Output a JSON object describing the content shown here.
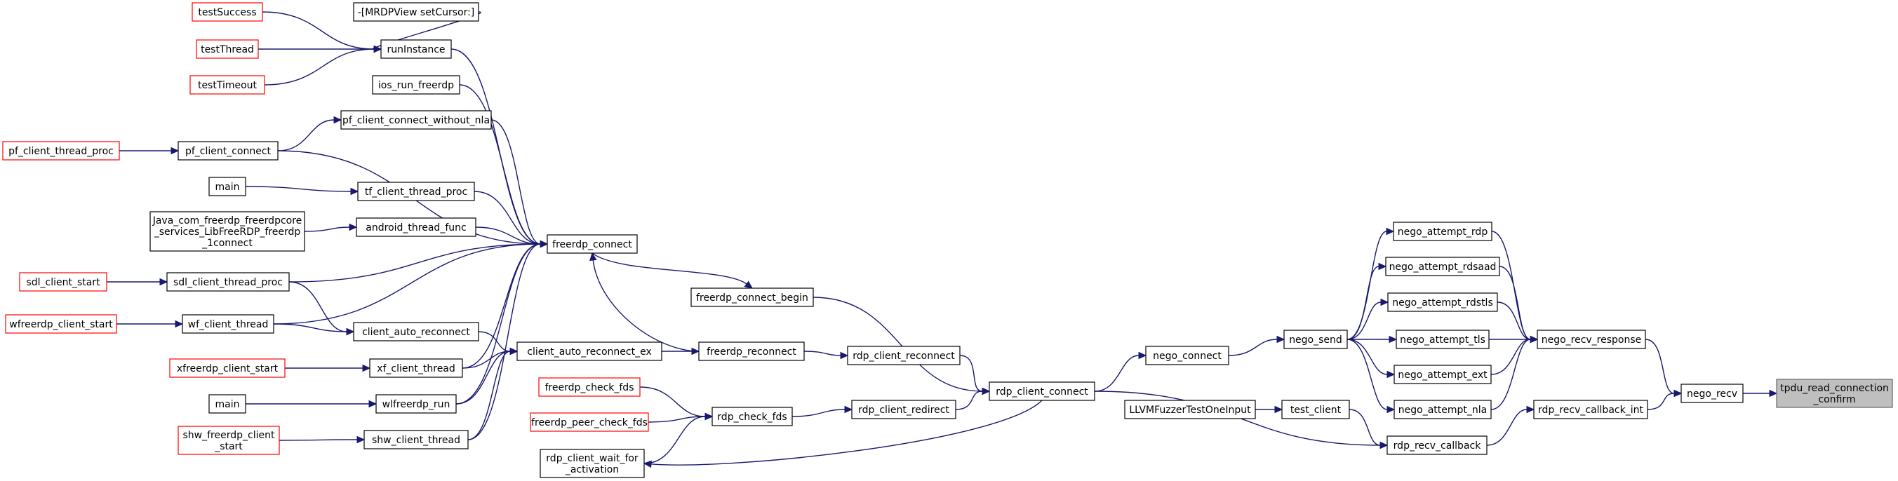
{
  "colors": {
    "edge": "#191970",
    "node_border": "#000000",
    "node_border_truncated": "#ff0000",
    "target_fill": "#bfbfbf",
    "target_border": "#666666",
    "background": "#ffffff"
  },
  "nodes": [
    {
      "id": "tpdu_read_connection_confirm",
      "lines": [
        "tpdu_read_connection",
        "_confirm"
      ],
      "style": "target"
    },
    {
      "id": "nego_recv",
      "lines": [
        "nego_recv"
      ],
      "style": "normal"
    },
    {
      "id": "nego_recv_response",
      "lines": [
        "nego_recv_response"
      ],
      "style": "normal"
    },
    {
      "id": "rdp_recv_callback_int",
      "lines": [
        "rdp_recv_callback_int"
      ],
      "style": "normal"
    },
    {
      "id": "nego_attempt_rdp",
      "lines": [
        "nego_attempt_rdp"
      ],
      "style": "normal"
    },
    {
      "id": "nego_attempt_rdsaad",
      "lines": [
        "nego_attempt_rdsaad"
      ],
      "style": "normal"
    },
    {
      "id": "nego_attempt_rdstls",
      "lines": [
        "nego_attempt_rdstls"
      ],
      "style": "normal"
    },
    {
      "id": "nego_attempt_tls",
      "lines": [
        "nego_attempt_tls"
      ],
      "style": "normal"
    },
    {
      "id": "nego_attempt_ext",
      "lines": [
        "nego_attempt_ext"
      ],
      "style": "normal"
    },
    {
      "id": "nego_attempt_nla",
      "lines": [
        "nego_attempt_nla"
      ],
      "style": "normal"
    },
    {
      "id": "rdp_recv_callback",
      "lines": [
        "rdp_recv_callback"
      ],
      "style": "normal"
    },
    {
      "id": "nego_send",
      "lines": [
        "nego_send"
      ],
      "style": "normal"
    },
    {
      "id": "test_client",
      "lines": [
        "test_client"
      ],
      "style": "normal"
    },
    {
      "id": "nego_connect",
      "lines": [
        "nego_connect"
      ],
      "style": "normal"
    },
    {
      "id": "LLVMFuzzerTestOneInput",
      "lines": [
        "LLVMFuzzerTestOneInput"
      ],
      "style": "normal"
    },
    {
      "id": "rdp_client_connect",
      "lines": [
        "rdp_client_connect"
      ],
      "style": "normal"
    },
    {
      "id": "freerdp_connect_begin",
      "lines": [
        "freerdp_connect_begin"
      ],
      "style": "normal"
    },
    {
      "id": "rdp_client_reconnect",
      "lines": [
        "rdp_client_reconnect"
      ],
      "style": "normal"
    },
    {
      "id": "rdp_client_redirect",
      "lines": [
        "rdp_client_redirect"
      ],
      "style": "normal"
    },
    {
      "id": "freerdp_connect",
      "lines": [
        "freerdp_connect"
      ],
      "style": "normal"
    },
    {
      "id": "freerdp_reconnect",
      "lines": [
        "freerdp_reconnect"
      ],
      "style": "normal"
    },
    {
      "id": "rdp_check_fds",
      "lines": [
        "rdp_check_fds"
      ],
      "style": "normal"
    },
    {
      "id": "client_auto_reconnect_ex",
      "lines": [
        "client_auto_reconnect_ex"
      ],
      "style": "normal"
    },
    {
      "id": "freerdp_check_fds",
      "lines": [
        "freerdp_check_fds"
      ],
      "style": "truncated"
    },
    {
      "id": "freerdp_peer_check_fds",
      "lines": [
        "freerdp_peer_check_fds"
      ],
      "style": "truncated"
    },
    {
      "id": "rdp_client_wait_for_activation",
      "lines": [
        "rdp_client_wait_for",
        "_activation"
      ],
      "style": "normal"
    },
    {
      "id": "setCursor",
      "lines": [
        "-[MRDPView setCursor:]"
      ],
      "style": "normal"
    },
    {
      "id": "runInstance",
      "lines": [
        "runInstance"
      ],
      "style": "normal"
    },
    {
      "id": "ios_run_freerdp",
      "lines": [
        "ios_run_freerdp"
      ],
      "style": "normal"
    },
    {
      "id": "pf_client_connect_without_nla",
      "lines": [
        "pf_client_connect_without_nla"
      ],
      "style": "normal"
    },
    {
      "id": "pf_client_connect",
      "lines": [
        "pf_client_connect"
      ],
      "style": "normal"
    },
    {
      "id": "tf_client_thread_proc",
      "lines": [
        "tf_client_thread_proc"
      ],
      "style": "normal"
    },
    {
      "id": "android_thread_func",
      "lines": [
        "android_thread_func"
      ],
      "style": "normal"
    },
    {
      "id": "sdl_client_thread_proc",
      "lines": [
        "sdl_client_thread_proc"
      ],
      "style": "normal"
    },
    {
      "id": "wf_client_thread",
      "lines": [
        "wf_client_thread"
      ],
      "style": "normal"
    },
    {
      "id": "client_auto_reconnect",
      "lines": [
        "client_auto_reconnect"
      ],
      "style": "normal"
    },
    {
      "id": "xf_client_thread",
      "lines": [
        "xf_client_thread"
      ],
      "style": "normal"
    },
    {
      "id": "wlfreerdp_run",
      "lines": [
        "wlfreerdp_run"
      ],
      "style": "normal"
    },
    {
      "id": "shw_client_thread",
      "lines": [
        "shw_client_thread"
      ],
      "style": "normal"
    },
    {
      "id": "testSuccess",
      "lines": [
        "testSuccess"
      ],
      "style": "truncated"
    },
    {
      "id": "testThread",
      "lines": [
        "testThread"
      ],
      "style": "truncated"
    },
    {
      "id": "testTimeout",
      "lines": [
        "testTimeout"
      ],
      "style": "truncated"
    },
    {
      "id": "pf_client_thread_proc",
      "lines": [
        "pf_client_thread_proc"
      ],
      "style": "truncated"
    },
    {
      "id": "main_tf",
      "lines": [
        "main"
      ],
      "style": "normal"
    },
    {
      "id": "Java_connect",
      "lines": [
        "Java_com_freerdp_freerdpcore",
        "_services_LibFreeRDP_freerdp",
        "_1connect"
      ],
      "style": "normal"
    },
    {
      "id": "sdl_client_start",
      "lines": [
        "sdl_client_start"
      ],
      "style": "truncated"
    },
    {
      "id": "wfreerdp_client_start",
      "lines": [
        "wfreerdp_client_start"
      ],
      "style": "truncated"
    },
    {
      "id": "xfreerdp_client_start",
      "lines": [
        "xfreerdp_client_start"
      ],
      "style": "truncated"
    },
    {
      "id": "main_wl",
      "lines": [
        "main"
      ],
      "style": "normal"
    },
    {
      "id": "shw_freerdp_client_start",
      "lines": [
        "shw_freerdp_client",
        "_start"
      ],
      "style": "truncated"
    }
  ],
  "edges": [
    {
      "caller": "nego_recv",
      "callee": "tpdu_read_connection_confirm"
    },
    {
      "caller": "nego_recv_response",
      "callee": "nego_recv"
    },
    {
      "caller": "rdp_recv_callback_int",
      "callee": "nego_recv"
    },
    {
      "caller": "nego_attempt_rdp",
      "callee": "nego_recv_response"
    },
    {
      "caller": "nego_attempt_rdsaad",
      "callee": "nego_recv_response"
    },
    {
      "caller": "nego_attempt_rdstls",
      "callee": "nego_recv_response"
    },
    {
      "caller": "nego_attempt_tls",
      "callee": "nego_recv_response"
    },
    {
      "caller": "nego_attempt_ext",
      "callee": "nego_recv_response"
    },
    {
      "caller": "nego_attempt_nla",
      "callee": "nego_recv_response"
    },
    {
      "caller": "nego_send",
      "callee": "nego_attempt_rdp"
    },
    {
      "caller": "nego_send",
      "callee": "nego_attempt_rdsaad"
    },
    {
      "caller": "nego_send",
      "callee": "nego_attempt_rdstls"
    },
    {
      "caller": "nego_send",
      "callee": "nego_attempt_tls"
    },
    {
      "caller": "nego_send",
      "callee": "nego_attempt_ext"
    },
    {
      "caller": "nego_send",
      "callee": "nego_attempt_nla"
    },
    {
      "caller": "rdp_recv_callback",
      "callee": "rdp_recv_callback_int"
    },
    {
      "caller": "nego_connect",
      "callee": "nego_send"
    },
    {
      "caller": "rdp_client_connect",
      "callee": "nego_connect"
    },
    {
      "caller": "rdp_client_connect",
      "callee": "rdp_recv_callback"
    },
    {
      "caller": "test_client",
      "callee": "rdp_recv_callback"
    },
    {
      "caller": "LLVMFuzzerTestOneInput",
      "callee": "test_client"
    },
    {
      "caller": "freerdp_connect_begin",
      "callee": "rdp_client_connect"
    },
    {
      "caller": "rdp_client_reconnect",
      "callee": "rdp_client_connect"
    },
    {
      "caller": "rdp_client_redirect",
      "callee": "rdp_client_connect"
    },
    {
      "caller": "freerdp_connect",
      "callee": "freerdp_connect_begin"
    },
    {
      "caller": "freerdp_reconnect",
      "callee": "rdp_client_reconnect"
    },
    {
      "caller": "rdp_check_fds",
      "callee": "rdp_client_redirect"
    },
    {
      "caller": "rdp_client_wait_for_activation",
      "callee": "rdp_check_fds"
    },
    {
      "caller": "rdp_client_connect",
      "callee": "rdp_client_wait_for_activation"
    },
    {
      "caller": "freerdp_check_fds",
      "callee": "rdp_check_fds"
    },
    {
      "caller": "freerdp_peer_check_fds",
      "callee": "rdp_check_fds"
    },
    {
      "caller": "client_auto_reconnect_ex",
      "callee": "freerdp_reconnect"
    },
    {
      "caller": "freerdp_reconnect",
      "callee": "freerdp_connect"
    },
    {
      "caller": "setCursor",
      "callee": "runInstance"
    },
    {
      "caller": "runInstance",
      "callee": "freerdp_connect"
    },
    {
      "caller": "ios_run_freerdp",
      "callee": "freerdp_connect"
    },
    {
      "caller": "pf_client_connect_without_nla",
      "callee": "freerdp_connect"
    },
    {
      "caller": "pf_client_connect",
      "callee": "freerdp_connect"
    },
    {
      "caller": "tf_client_thread_proc",
      "callee": "freerdp_connect"
    },
    {
      "caller": "android_thread_func",
      "callee": "freerdp_connect"
    },
    {
      "caller": "sdl_client_thread_proc",
      "callee": "freerdp_connect"
    },
    {
      "caller": "wf_client_thread",
      "callee": "freerdp_connect"
    },
    {
      "caller": "xf_client_thread",
      "callee": "freerdp_connect"
    },
    {
      "caller": "wlfreerdp_run",
      "callee": "freerdp_connect"
    },
    {
      "caller": "shw_client_thread",
      "callee": "freerdp_connect"
    },
    {
      "caller": "client_auto_reconnect",
      "callee": "client_auto_reconnect_ex"
    },
    {
      "caller": "xf_client_thread",
      "callee": "client_auto_reconnect_ex"
    },
    {
      "caller": "wlfreerdp_run",
      "callee": "client_auto_reconnect_ex"
    },
    {
      "caller": "shw_client_thread",
      "callee": "client_auto_reconnect_ex"
    },
    {
      "caller": "sdl_client_thread_proc",
      "callee": "client_auto_reconnect"
    },
    {
      "caller": "wf_client_thread",
      "callee": "client_auto_reconnect"
    },
    {
      "caller": "pf_client_connect",
      "callee": "pf_client_connect_without_nla"
    },
    {
      "caller": "testSuccess",
      "callee": "runInstance"
    },
    {
      "caller": "testThread",
      "callee": "runInstance"
    },
    {
      "caller": "testTimeout",
      "callee": "runInstance"
    },
    {
      "caller": "pf_client_thread_proc",
      "callee": "pf_client_connect"
    },
    {
      "caller": "main_tf",
      "callee": "tf_client_thread_proc"
    },
    {
      "caller": "Java_connect",
      "callee": "android_thread_func"
    },
    {
      "caller": "sdl_client_start",
      "callee": "sdl_client_thread_proc"
    },
    {
      "caller": "wfreerdp_client_start",
      "callee": "wf_client_thread"
    },
    {
      "caller": "xfreerdp_client_start",
      "callee": "xf_client_thread"
    },
    {
      "caller": "main_wl",
      "callee": "wlfreerdp_run"
    },
    {
      "caller": "shw_freerdp_client_start",
      "callee": "shw_client_thread"
    }
  ]
}
